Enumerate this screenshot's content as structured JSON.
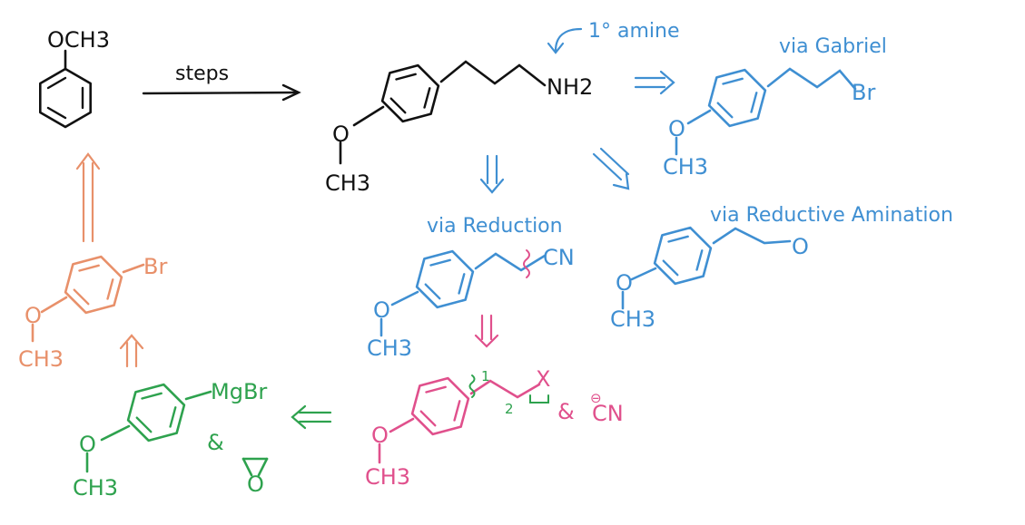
{
  "colors": {
    "black": "#111111",
    "blue": "#3f8fd2",
    "orange": "#e8906a",
    "pink": "#e0508c",
    "green": "#2ea24e"
  },
  "start": {
    "group": "OCH3"
  },
  "steps_label": "steps",
  "target": {
    "o": "O",
    "ch3": "CH3",
    "nh2": "NH2",
    "note": "1° amine"
  },
  "gabriel": {
    "title": "via Gabriel",
    "br": "Br",
    "o": "O",
    "ch3": "CH3"
  },
  "reduction": {
    "title": "via Reduction",
    "cn": "CN",
    "o": "O",
    "ch3": "CH3"
  },
  "reductive": {
    "title": "via Reductive Amination",
    "o_ald": "O",
    "o": "O",
    "ch3": "CH3"
  },
  "pink_frag": {
    "n1": "1",
    "n2": "2",
    "x": "X",
    "amp": "&",
    "cn_anion": "CN",
    "charge": "⊖",
    "o": "O",
    "ch3": "CH3"
  },
  "orange_frag": {
    "br": "Br",
    "o": "O",
    "ch3": "CH3"
  },
  "green_frag": {
    "mgbr": "MgBr",
    "amp": "&",
    "epox_o": "O",
    "o": "O",
    "ch3": "CH3"
  }
}
